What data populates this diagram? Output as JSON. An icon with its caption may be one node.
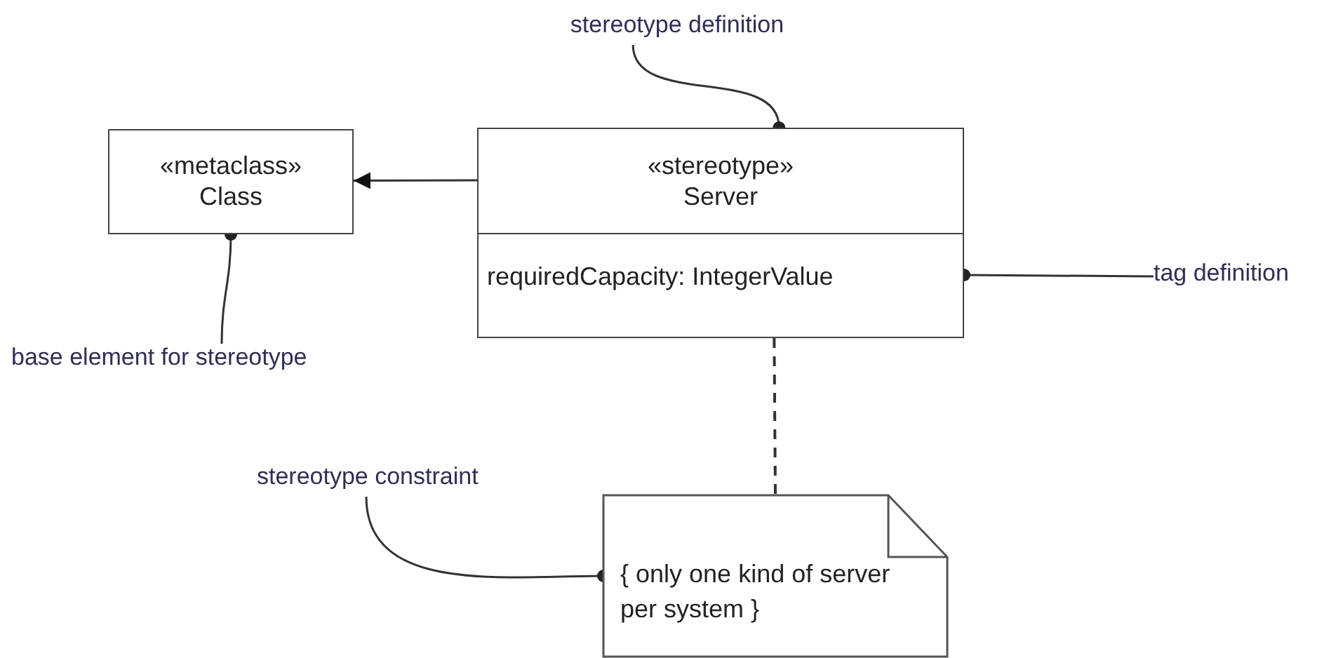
{
  "diagram": {
    "nodes": [
      {
        "text": [
          "«metaclass»",
          "Class"
        ]
      },
      {
        "text": [
          "«stereotype»",
          "Server",
          "requiredCapacity: IntegerValue"
        ]
      },
      {
        "text": [
          "{ only one kind of server per system }"
        ]
      },
      {
        "text": [
          "stereotype definition"
        ]
      },
      {
        "text": [
          "tag definition"
        ]
      },
      {
        "text": [
          "base element for stereotype"
        ]
      },
      {
        "text": [
          "stereotype constraint"
        ]
      }
    ],
    "edges": [
      {
        "from": 1,
        "to": 0,
        "arrow": "to"
      },
      {
        "from": 1,
        "to": 2,
        "arrow": "none",
        "style": "dashed"
      },
      {
        "from": 3,
        "to": 1,
        "arrow": "other"
      },
      {
        "from": 4,
        "to": 1,
        "arrow": "other"
      },
      {
        "from": 5,
        "to": 0,
        "arrow": "other"
      },
      {
        "from": 6,
        "to": 2,
        "arrow": "other"
      }
    ]
  }
}
